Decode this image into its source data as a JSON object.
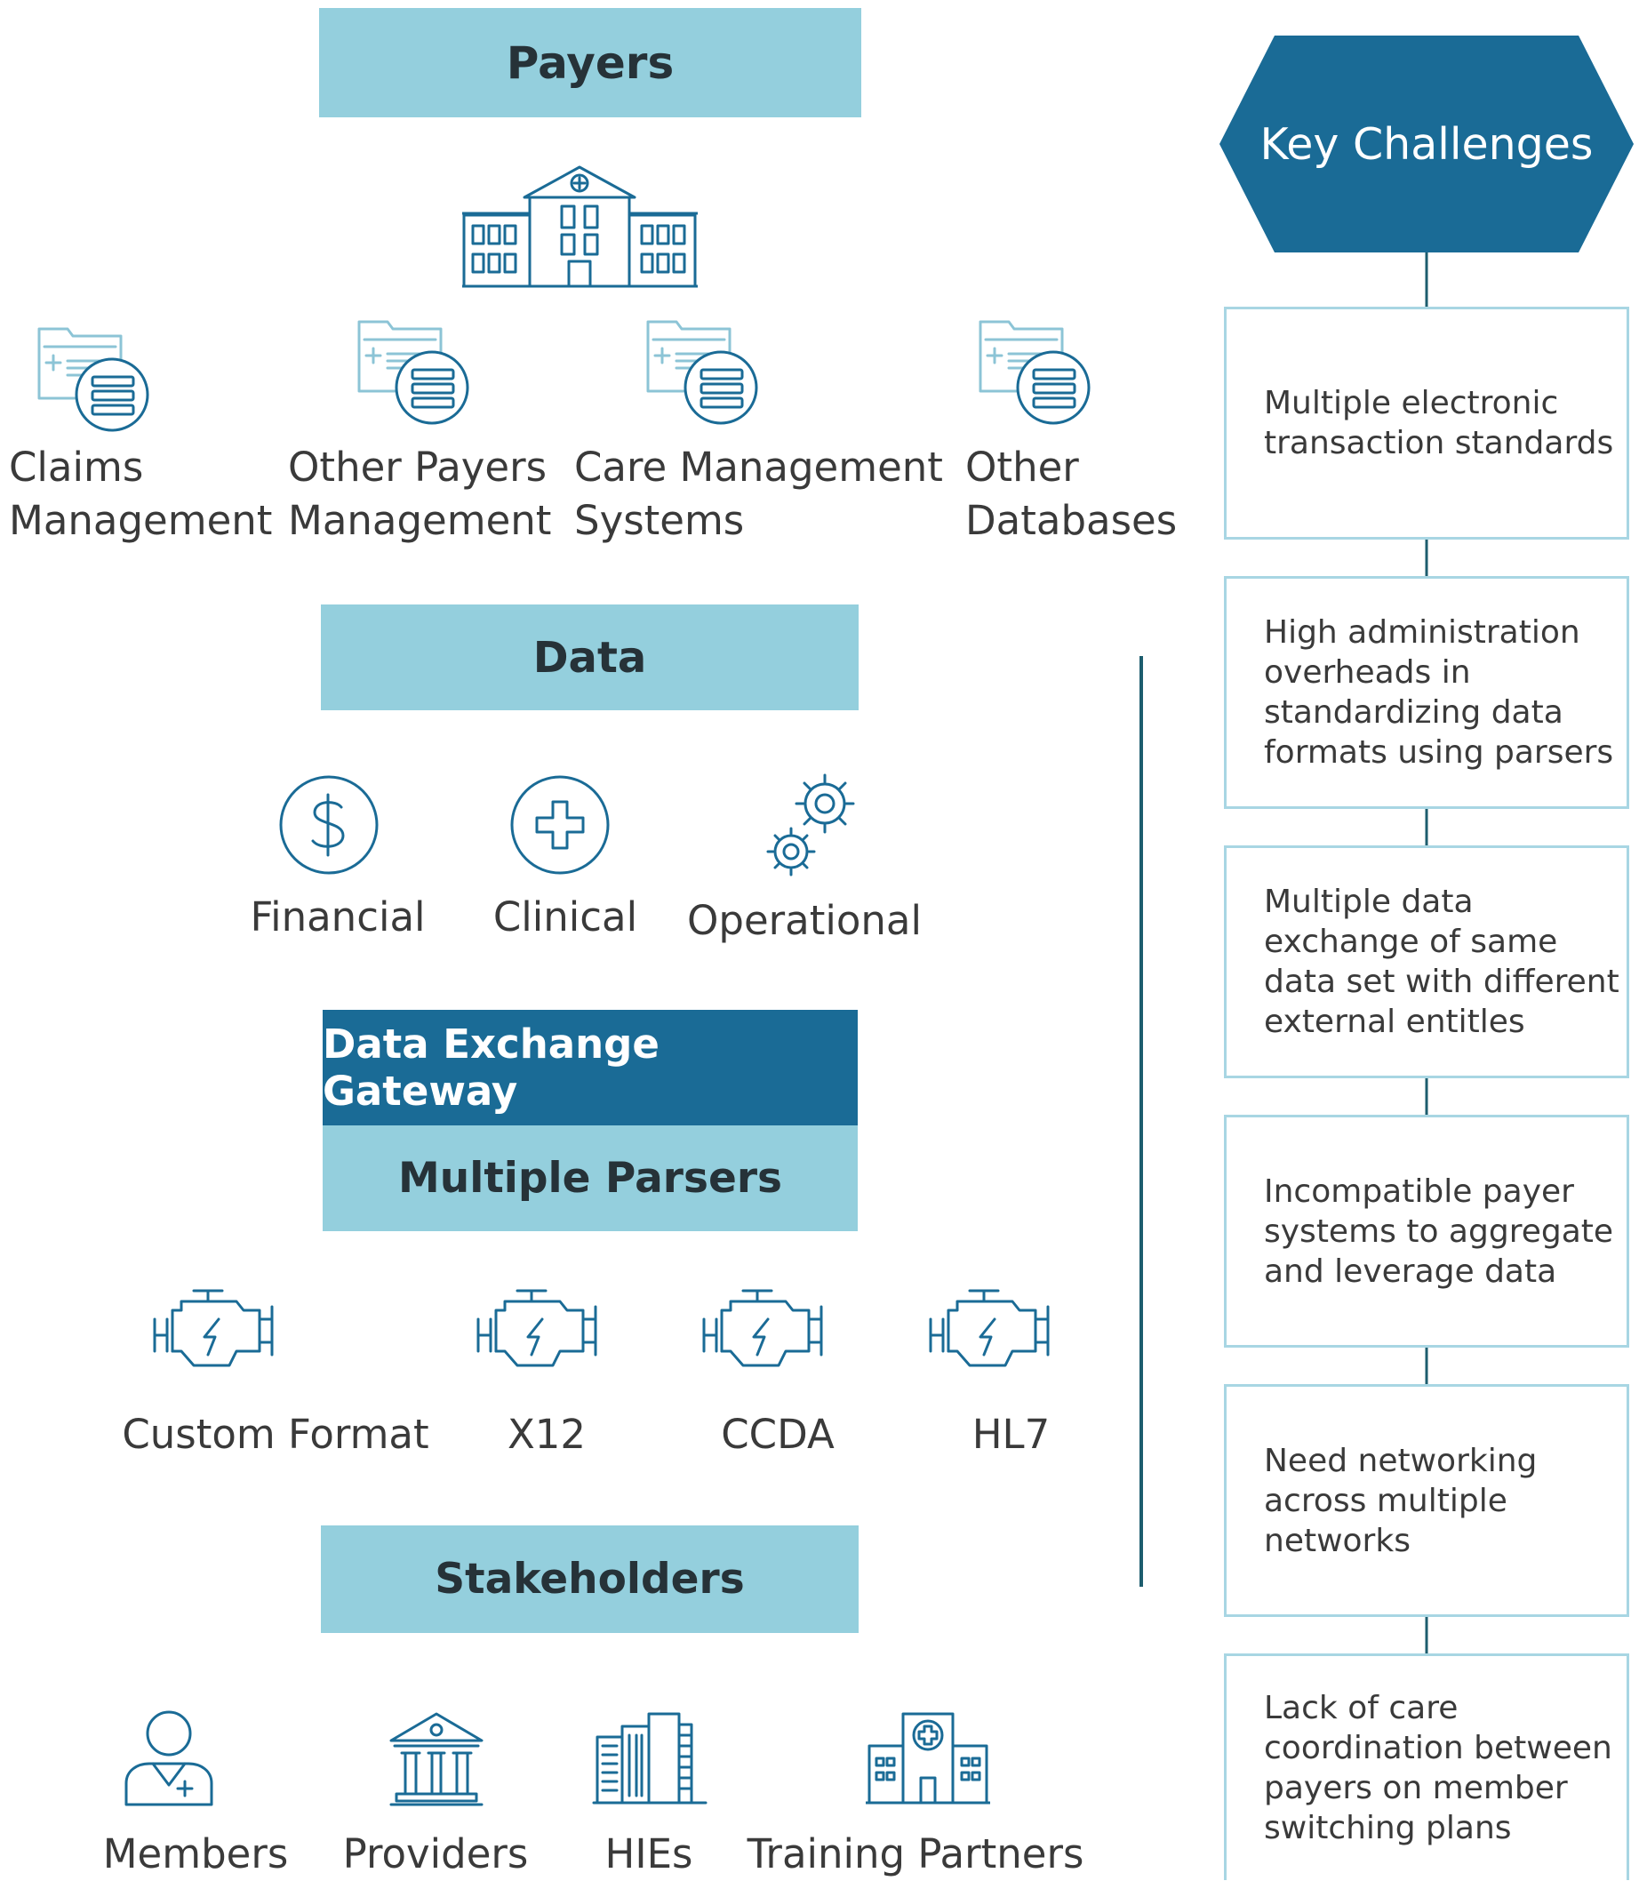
{
  "payers": {
    "title": "Payers",
    "items": [
      {
        "line1": "Claims",
        "line2": "Management"
      },
      {
        "line1": "Other Payers",
        "line2": "Management"
      },
      {
        "line1": "Care Management",
        "line2": "Systems"
      },
      {
        "line1": "Other",
        "line2": "Databases"
      }
    ]
  },
  "data": {
    "title": "Data",
    "items": [
      "Financial",
      "Clinical",
      "Operational"
    ]
  },
  "gateway": {
    "title": "Data Exchange Gateway",
    "subtitle": "Multiple Parsers",
    "items": [
      "Custom Format",
      "X12",
      "CCDA",
      "HL7"
    ]
  },
  "stakeholders": {
    "title": "Stakeholders",
    "items": [
      "Members",
      "Providers",
      "HIEs",
      "Training Partners"
    ]
  },
  "challenges": {
    "title": "Key Challenges",
    "items": [
      "Multiple electronic transaction standards",
      "High administration overheads in standardizing data formats using parsers",
      "Multiple data exchange of same data set with different external entitles",
      "Incompatible payer systems to aggregate and leverage data",
      "Need networking across multiple networks",
      "Lack of care coordination between payers on member switching plans"
    ]
  },
  "colors": {
    "light_band": "#94cfdd",
    "dark_band": "#1a6b96",
    "icon_stroke": "#1a6b96",
    "box_border": "#a8d6e3"
  }
}
